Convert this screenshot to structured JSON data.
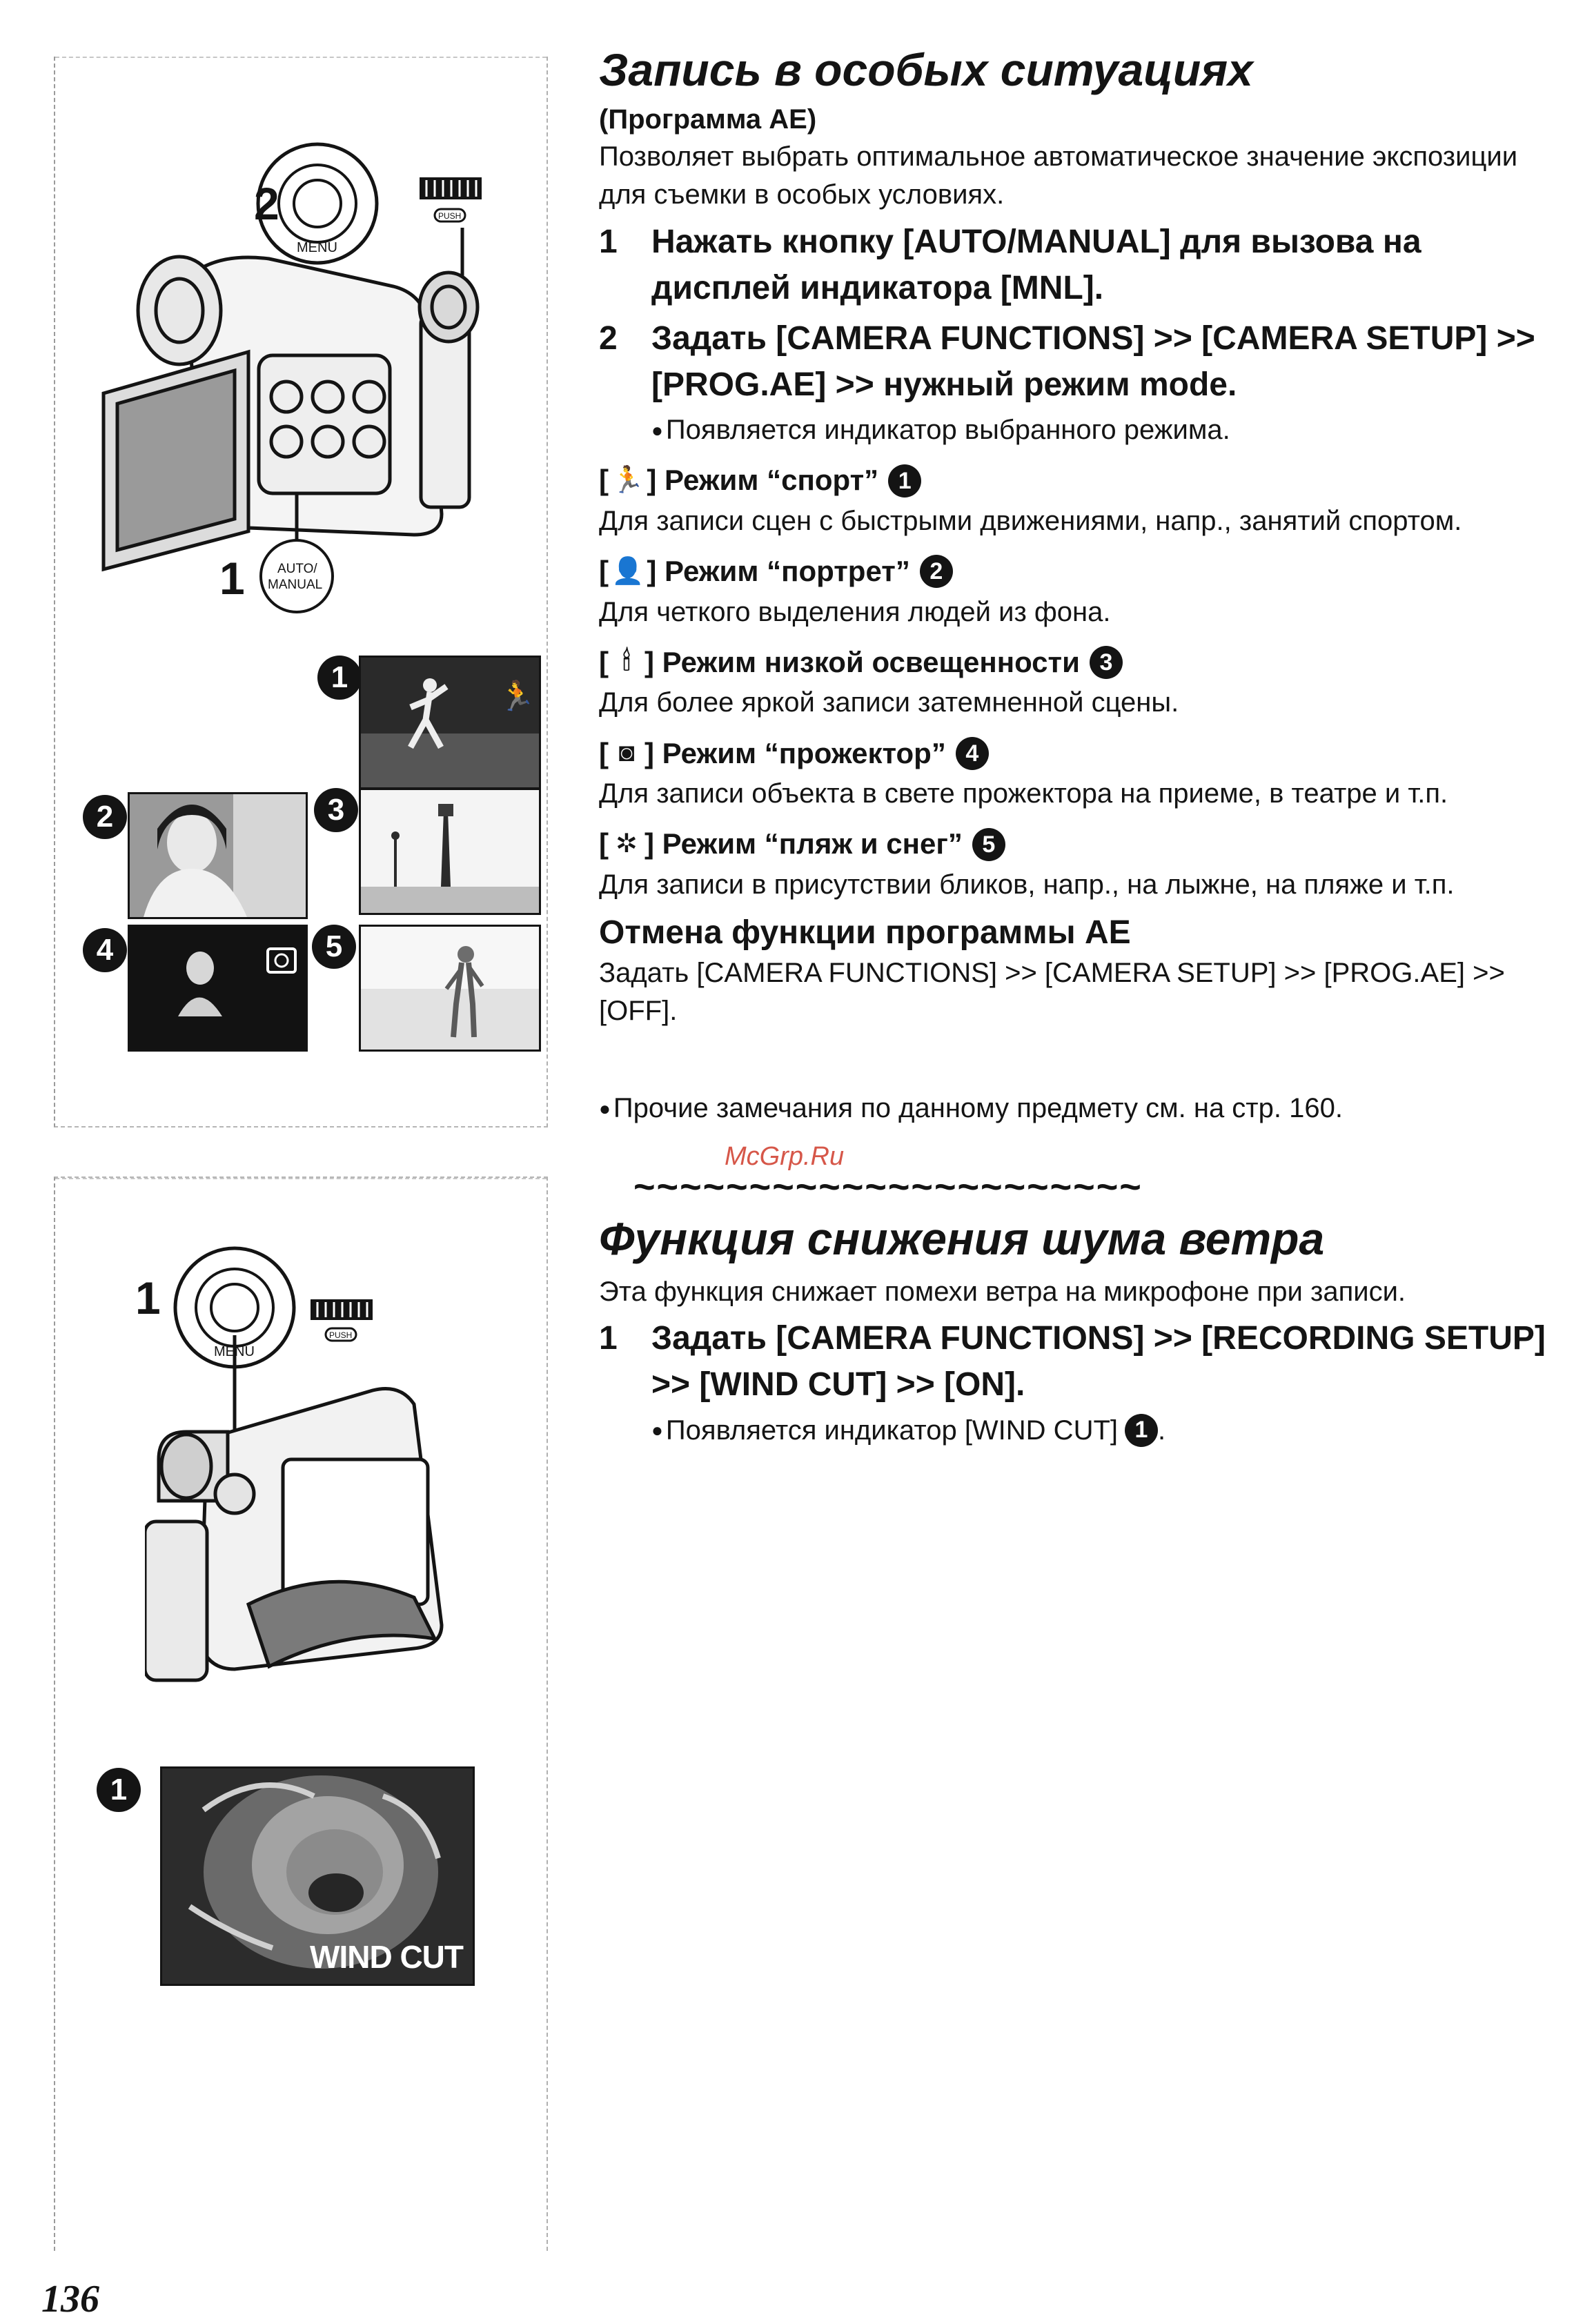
{
  "left_top": {
    "step2": "2",
    "step1": "1",
    "dial_menu": "MENU",
    "auto_manual": "AUTO/\nMANUAL",
    "push": "PUSH",
    "badges": [
      "1",
      "2",
      "3",
      "4",
      "5"
    ]
  },
  "left_bottom": {
    "step1": "1",
    "dial_menu": "MENU",
    "push": "PUSH",
    "badge": "1",
    "wind_label": "WIND CUT"
  },
  "section1": {
    "title": "Запись в особых ситуациях",
    "subtitle": "(Программа AE)",
    "intro": "Позволяет выбрать оптимальное автоматическое значение экспозиции для съемки в особых условиях.",
    "steps": [
      {
        "num": "1",
        "text": "Нажать кнопку [AUTO/MANUAL] для вызова на дисплей индикатора [MNL]."
      },
      {
        "num": "2",
        "text": "Задать [CAMERA FUNCTIONS] >> [CAMERA SETUP] >> [PROG.AE] >> нужный режим mode."
      }
    ],
    "step_bullet": "Появляется индикатор выбранного режима.",
    "modes": [
      {
        "open": "[",
        "icon": "🏃",
        "close": "]",
        "name": "Режим “спорт”",
        "badge": "1",
        "desc": "Для записи сцен с быстрыми движениями, напр., занятий спортом."
      },
      {
        "open": "[",
        "icon": "👤",
        "close": "]",
        "name": "Режим “портрет”",
        "badge": "2",
        "desc": "Для четкого выделения людей из фона."
      },
      {
        "open": "[",
        "icon": "🕯",
        "close": "]",
        "name": "Режим низкой освещенности",
        "badge": "3",
        "desc": "Для более яркой записи затемненной сцены."
      },
      {
        "open": "[",
        "icon": "◙",
        "close": "]",
        "name": "Режим “прожектор”",
        "badge": "4",
        "desc": "Для записи объекта в свете прожектора на приеме, в театре и т.п."
      },
      {
        "open": "[",
        "icon": "✲",
        "close": "]",
        "name": "Режим “пляж и снег”",
        "badge": "5",
        "desc": "Для записи в присутствии бликов, напр., на лыжне, на пляже и т.п."
      }
    ],
    "cancel_title": "Отмена функции программы AE",
    "cancel_text": "Задать [CAMERA FUNCTIONS] >> [CAMERA SETUP] >> [PROG.AE] >> [OFF].",
    "note": "Прочие замечания по данному предмету см. на стр. 160."
  },
  "divider": "~~~~~~~~~~~~~~~~~~~~~~",
  "section2": {
    "title": "Функция снижения шума ветра",
    "intro": "Эта функция снижает помехи ветра на микрофоне при записи.",
    "step": {
      "num": "1",
      "text": "Задать [CAMERA FUNCTIONS] >> [RECORDING SETUP] >> [WIND CUT] >> [ON]."
    },
    "bullet": "Появляется индикатор [WIND CUT]",
    "bullet_badge": "1",
    "bullet_end": "."
  },
  "watermark": "McGrp.Ru",
  "page_number": "136"
}
